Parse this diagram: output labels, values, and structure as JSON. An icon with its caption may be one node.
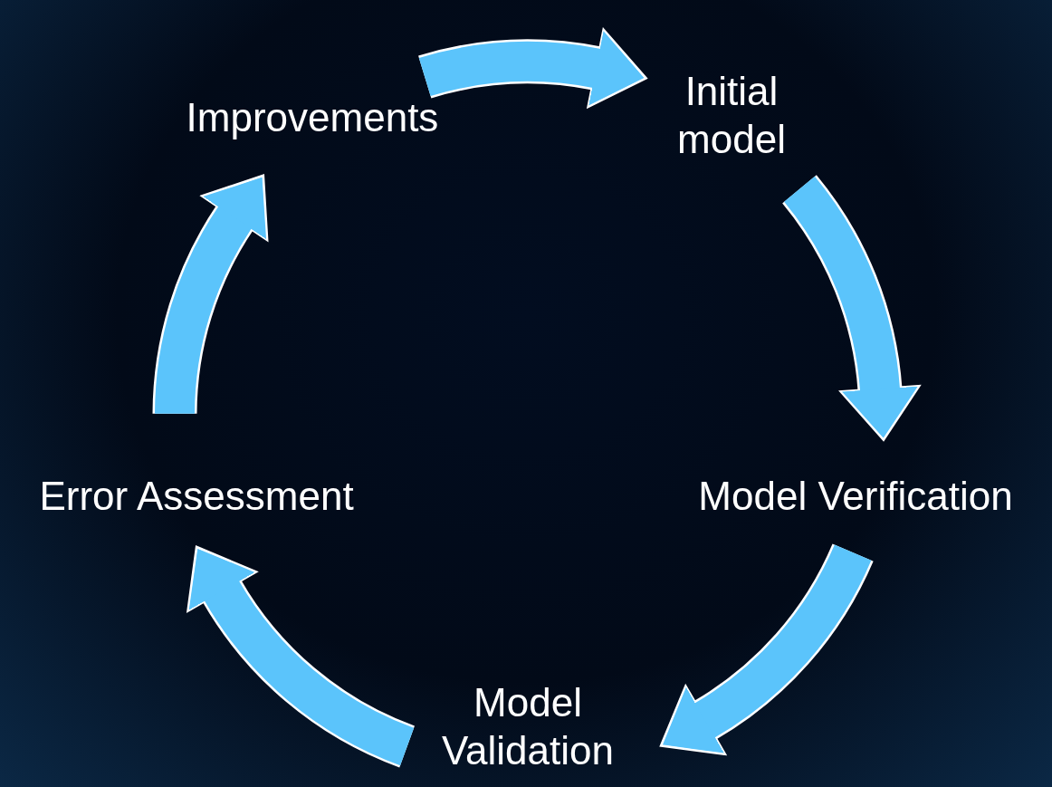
{
  "diagram": {
    "nodes": [
      {
        "text": [
          "Initial model"
        ]
      },
      {
        "text": [
          "Model Verification"
        ]
      },
      {
        "text": [
          "Model Validation"
        ]
      },
      {
        "text": [
          "Error Assessment"
        ]
      },
      {
        "text": [
          "Improvements"
        ]
      }
    ],
    "edges": [
      {
        "from": 0,
        "to": 1,
        "arrow": "to"
      },
      {
        "from": 1,
        "to": 2,
        "arrow": "to"
      },
      {
        "from": 2,
        "to": 3,
        "arrow": "to"
      },
      {
        "from": 3,
        "to": 4,
        "arrow": "to"
      },
      {
        "from": 4,
        "to": 0,
        "arrow": "to"
      }
    ]
  }
}
